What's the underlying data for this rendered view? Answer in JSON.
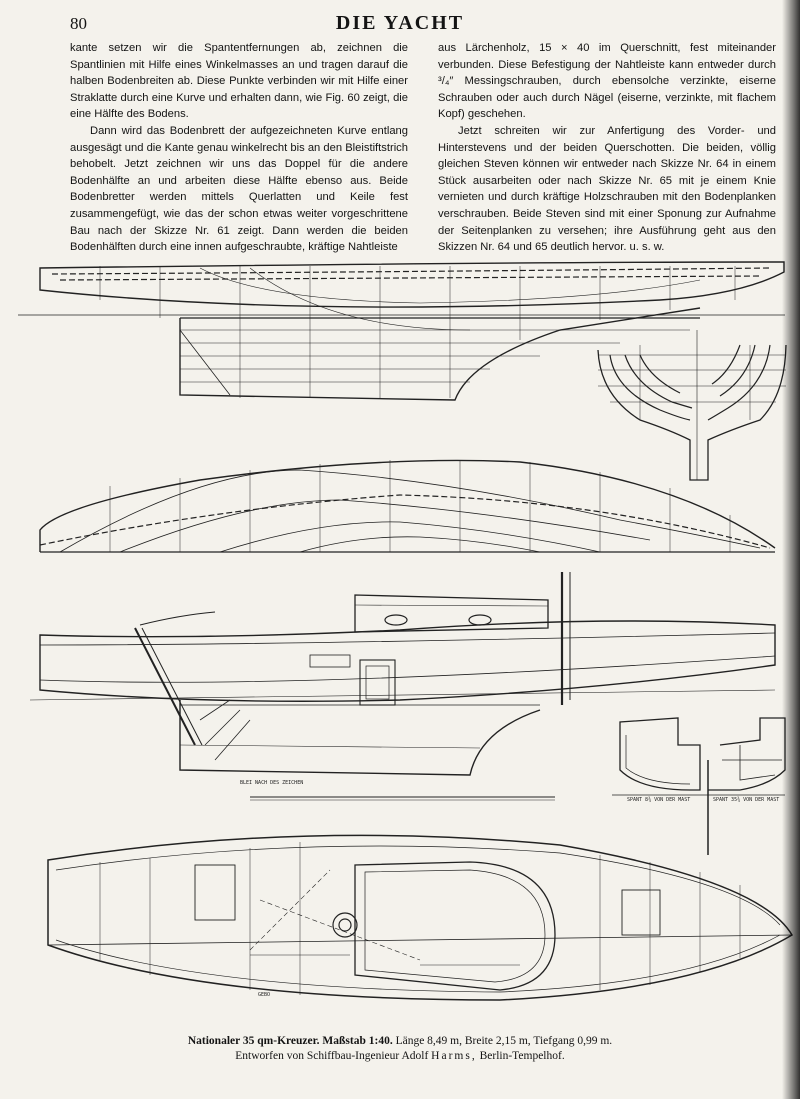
{
  "header": {
    "page_number": "80",
    "running_head": "DIE YACHT"
  },
  "text": {
    "left_column": [
      "kante setzen wir die Spantentfernungen ab, zeichnen die Spantlinien mit Hilfe eines Winkelmasses an und tragen darauf die halben Bodenbreiten ab. Diese Punkte verbinden wir mit Hilfe einer Straklatte durch eine Kurve und erhalten dann, wie Fig. 60 zeigt, die eine Hälfte des Bodens.",
      "Dann wird das Bodenbrett der aufgezeichneten Kurve entlang ausgesägt und die Kante genau winkelrecht bis an den Bleistiftstrich behobelt. Jetzt zeichnen wir uns das Doppel für die andere Bodenhälfte an und arbeiten diese Hälfte ebenso aus. Beide Bodenbretter werden mittels Querlatten und Keile fest zusammengefügt, wie das der schon etwas weiter vorgeschrittene Bau nach der Skizze Nr. 61 zeigt. Dann werden die beiden Bodenhälften durch eine innen aufgeschraubte, kräftige Nahtleiste"
    ],
    "right_column": [
      "aus Lärchenholz, 15 × 40 im Querschnitt, fest miteinander verbunden. Diese Befestigung der Nahtleiste kann entweder durch ³/₄″ Messingschrauben, durch ebensolche verzinkte, eiserne Schrauben oder auch durch Nägel (eiserne, verzinkte, mit flachem Kopf) geschehen.",
      "Jetzt schreiten wir zur Anfertigung des Vorder- und Hinterstevens und der beiden Querschotten. Die beiden, völlig gleichen Steven können wir entweder nach Skizze Nr. 64 in einem Stück ausarbeiten oder nach Skizze Nr. 65 mit je einem Knie vernieten und durch kräftige Holzschrauben mit den Bodenplanken verschrauben. Beide Steven sind mit einer Sponung zur Aufnahme der Seitenplanken zu versehen; ihre Ausführung geht aus den Skizzen Nr. 64 und 65 deutlich hervor. u. s. w."
    ]
  },
  "drawing_labels": {
    "section_label_1": "SPANT 8¾ VON DER MAST",
    "section_label_2": "SPANT 35¾ VON DER MAST",
    "keel_note": "BLEI NACH DES ZEICHEN",
    "stamp": "GEBO"
  },
  "caption": {
    "line1_bold": "Nationaler 35 qm-Kreuzer.",
    "line1_scale_label": "Maßstab 1:40.",
    "line1_dims": "Länge 8,49 m, Breite 2,15 m, Tiefgang 0,99 m.",
    "line2_prefix": "Entworfen von Schiffbau-Ingenieur Adolf",
    "line2_name": "Harms,",
    "line2_place": "Berlin-Tempelhof."
  }
}
